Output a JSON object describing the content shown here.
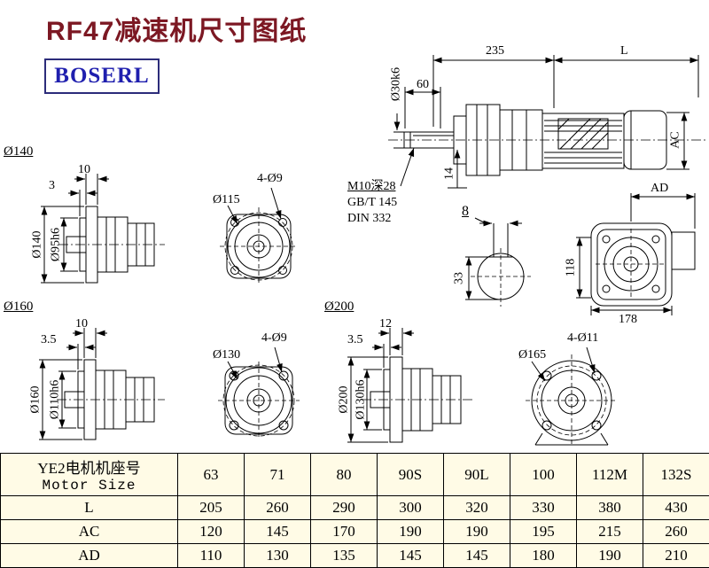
{
  "page": {
    "title": "RF47减速机尺寸图纸",
    "logo": "BOSERL"
  },
  "colors": {
    "title_text": "#7c1823",
    "logo_text": "#1f1fae",
    "logo_border": "#2c2c7a",
    "table_bg": "#fffbe6",
    "line": "#000000"
  },
  "main_view": {
    "dim_235": "235",
    "dim_L": "L",
    "dim_60": "60",
    "dim_shaft": "Ø30k6",
    "dim_AC": "AC",
    "dim_14": "14",
    "note_thread": "M10深28",
    "note_gb": "GB/T 145",
    "note_din": "DIN 332"
  },
  "keyway_view": {
    "dim_8": "8",
    "dim_33": "33"
  },
  "rear_view": {
    "dim_AD": "AD",
    "dim_118": "118",
    "dim_178": "178"
  },
  "flange140": {
    "title": "Ø140",
    "dim_10": "10",
    "dim_3": "3",
    "dim_od": "Ø140",
    "dim_pilot": "Ø95h6",
    "holes": "4-Ø9",
    "bolt_circle": "Ø115"
  },
  "flange160": {
    "title": "Ø160",
    "dim_10": "10",
    "dim_3_5": "3.5",
    "dim_od": "Ø160",
    "dim_pilot": "Ø110h6",
    "holes": "4-Ø9",
    "bolt_circle": "Ø130"
  },
  "flange200": {
    "title": "Ø200",
    "dim_12": "12",
    "dim_3_5": "3.5",
    "dim_od": "Ø200",
    "dim_pilot": "Ø130h6",
    "holes": "4-Ø11",
    "bolt_circle": "Ø165"
  },
  "table": {
    "motor_row_label_cn": "YE2电机机座号",
    "motor_row_label_en": "Motor Size",
    "sizes": [
      "63",
      "71",
      "80",
      "90S",
      "90L",
      "100",
      "112M",
      "132S"
    ],
    "rows": [
      {
        "label": "L",
        "values": [
          "205",
          "260",
          "290",
          "300",
          "320",
          "330",
          "380",
          "430"
        ]
      },
      {
        "label": "AC",
        "values": [
          "120",
          "145",
          "170",
          "190",
          "190",
          "195",
          "215",
          "260"
        ]
      },
      {
        "label": "AD",
        "values": [
          "110",
          "130",
          "135",
          "145",
          "145",
          "180",
          "190",
          "210"
        ]
      }
    ]
  }
}
